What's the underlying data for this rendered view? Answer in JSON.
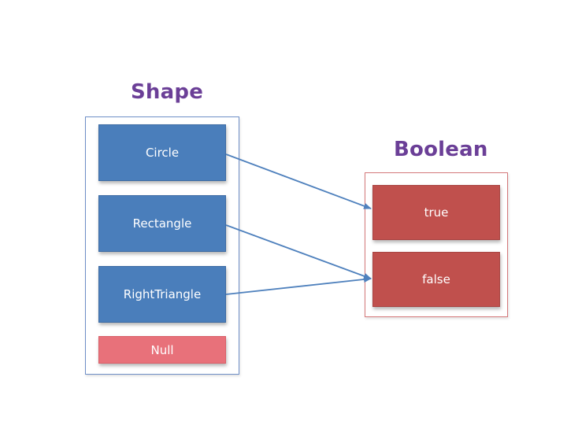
{
  "shape_set": {
    "title": "Shape",
    "items": [
      "Circle",
      "Rectangle",
      "RightTriangle"
    ],
    "null_label": "Null",
    "box_color": "#4a7ebb",
    "null_color": "#e8717a"
  },
  "boolean_set": {
    "title": "Boolean",
    "items": [
      "true",
      "false"
    ],
    "box_color": "#c0504d"
  },
  "mappings": [
    {
      "from": "Circle",
      "to": "true"
    },
    {
      "from": "Rectangle",
      "to": "false"
    },
    {
      "from": "RightTriangle",
      "to": "false"
    }
  ],
  "colors": {
    "title": "#6b3f97",
    "arrow": "#4f81bd"
  }
}
